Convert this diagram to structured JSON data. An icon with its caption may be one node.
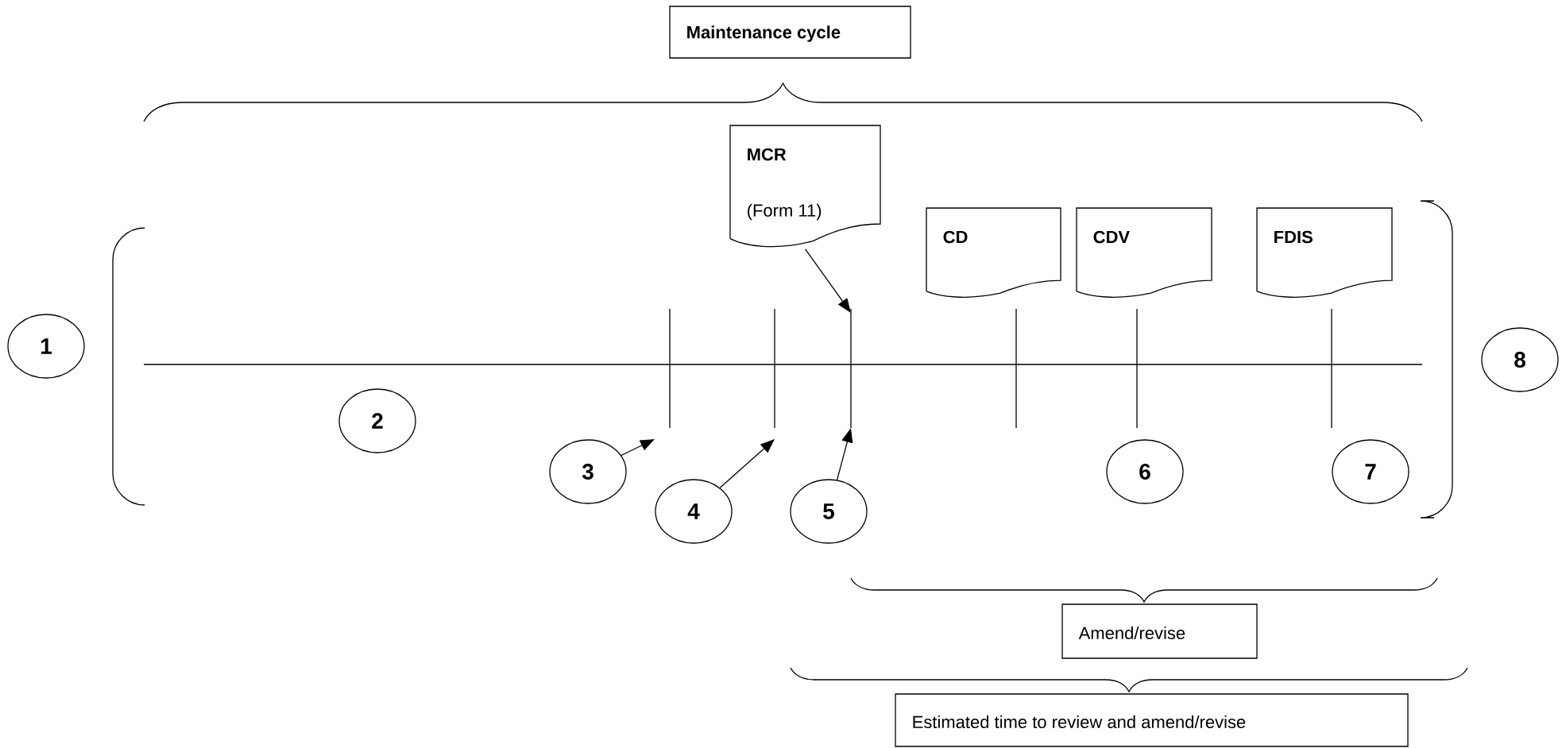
{
  "diagram": {
    "nodes": [
      {
        "text": [
          "Maintenance cycle"
        ]
      },
      {
        "text": [
          "MCR",
          "(Form 11)"
        ]
      },
      {
        "text": [
          "CD"
        ]
      },
      {
        "text": [
          "CDV"
        ]
      },
      {
        "text": [
          "FDIS"
        ]
      },
      {
        "text": [
          "1"
        ]
      },
      {
        "text": [
          "2"
        ]
      },
      {
        "text": [
          "3"
        ]
      },
      {
        "text": [
          "4"
        ]
      },
      {
        "text": [
          "5"
        ]
      },
      {
        "text": [
          "6"
        ]
      },
      {
        "text": [
          "7"
        ]
      },
      {
        "text": [
          "8"
        ]
      },
      {
        "text": [
          "Amend/revise"
        ]
      },
      {
        "text": [
          "Estimated time to review and amend/revise"
        ]
      }
    ],
    "edges": [
      {
        "from": 1,
        "to": null,
        "arrow": "to"
      },
      {
        "from": 7,
        "to": null,
        "arrow": "to"
      },
      {
        "from": 8,
        "to": null,
        "arrow": "to"
      },
      {
        "from": 9,
        "to": null,
        "arrow": "to"
      }
    ]
  }
}
